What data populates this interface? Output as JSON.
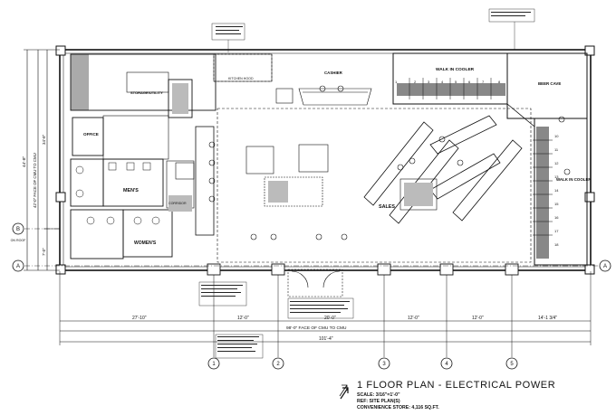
{
  "drawing": {
    "title": "1 FLOOR PLAN - ELECTRICAL POWER",
    "scale": "SCALE: 3/16\"=1'-0\"",
    "ref": "REF: SITE PLAN(S)",
    "store": "CONVENIENCE STORE: 4,116 SQ.FT."
  },
  "rooms": {
    "walk_in_cooler_top": "WALK IN COOLER",
    "beer_cave": "BEER CAVE",
    "walk_in_cooler_right": "WALK IN COOLER",
    "office": "OFFICE",
    "mens": "MEN'S",
    "womens": "WOMEN'S",
    "sales": "SALES",
    "cashier": "CASHIER",
    "kitchen": "KITCHEN HOOD",
    "storage": "STORAGE/UTILITY",
    "corridor": "CORRIDOR"
  },
  "dimensions": {
    "d1": "27'-10\"",
    "d2": "12'-0\"",
    "d3": "20'-0\"",
    "d4": "12'-0\"",
    "d5": "12'-0\"",
    "d6": "14'-1 3/4\"",
    "overall_cmu": "98'-0\" FACE OF CMU TO CMU",
    "overall": "101'-4\"",
    "left_overall": "44'-8\"",
    "left_cmu": "42'-0\" FACE OF CMU TO CMU",
    "left_a": "34'-8\"",
    "left_b": "7'-0\""
  },
  "grid": {
    "bubbles_bottom": [
      "1",
      "2",
      "3",
      "4",
      "5"
    ],
    "bubble_left_a": "A",
    "bubble_left_b": "B",
    "bubble_right_a": "A",
    "left_b_note": "ON ROOF"
  },
  "cooler_numbers": {
    "top": [
      "1",
      "2",
      "3",
      "4",
      "5",
      "6",
      "7",
      "8"
    ],
    "right": [
      "10",
      "11",
      "12",
      "13",
      "14",
      "15",
      "16",
      "17",
      "18"
    ]
  }
}
